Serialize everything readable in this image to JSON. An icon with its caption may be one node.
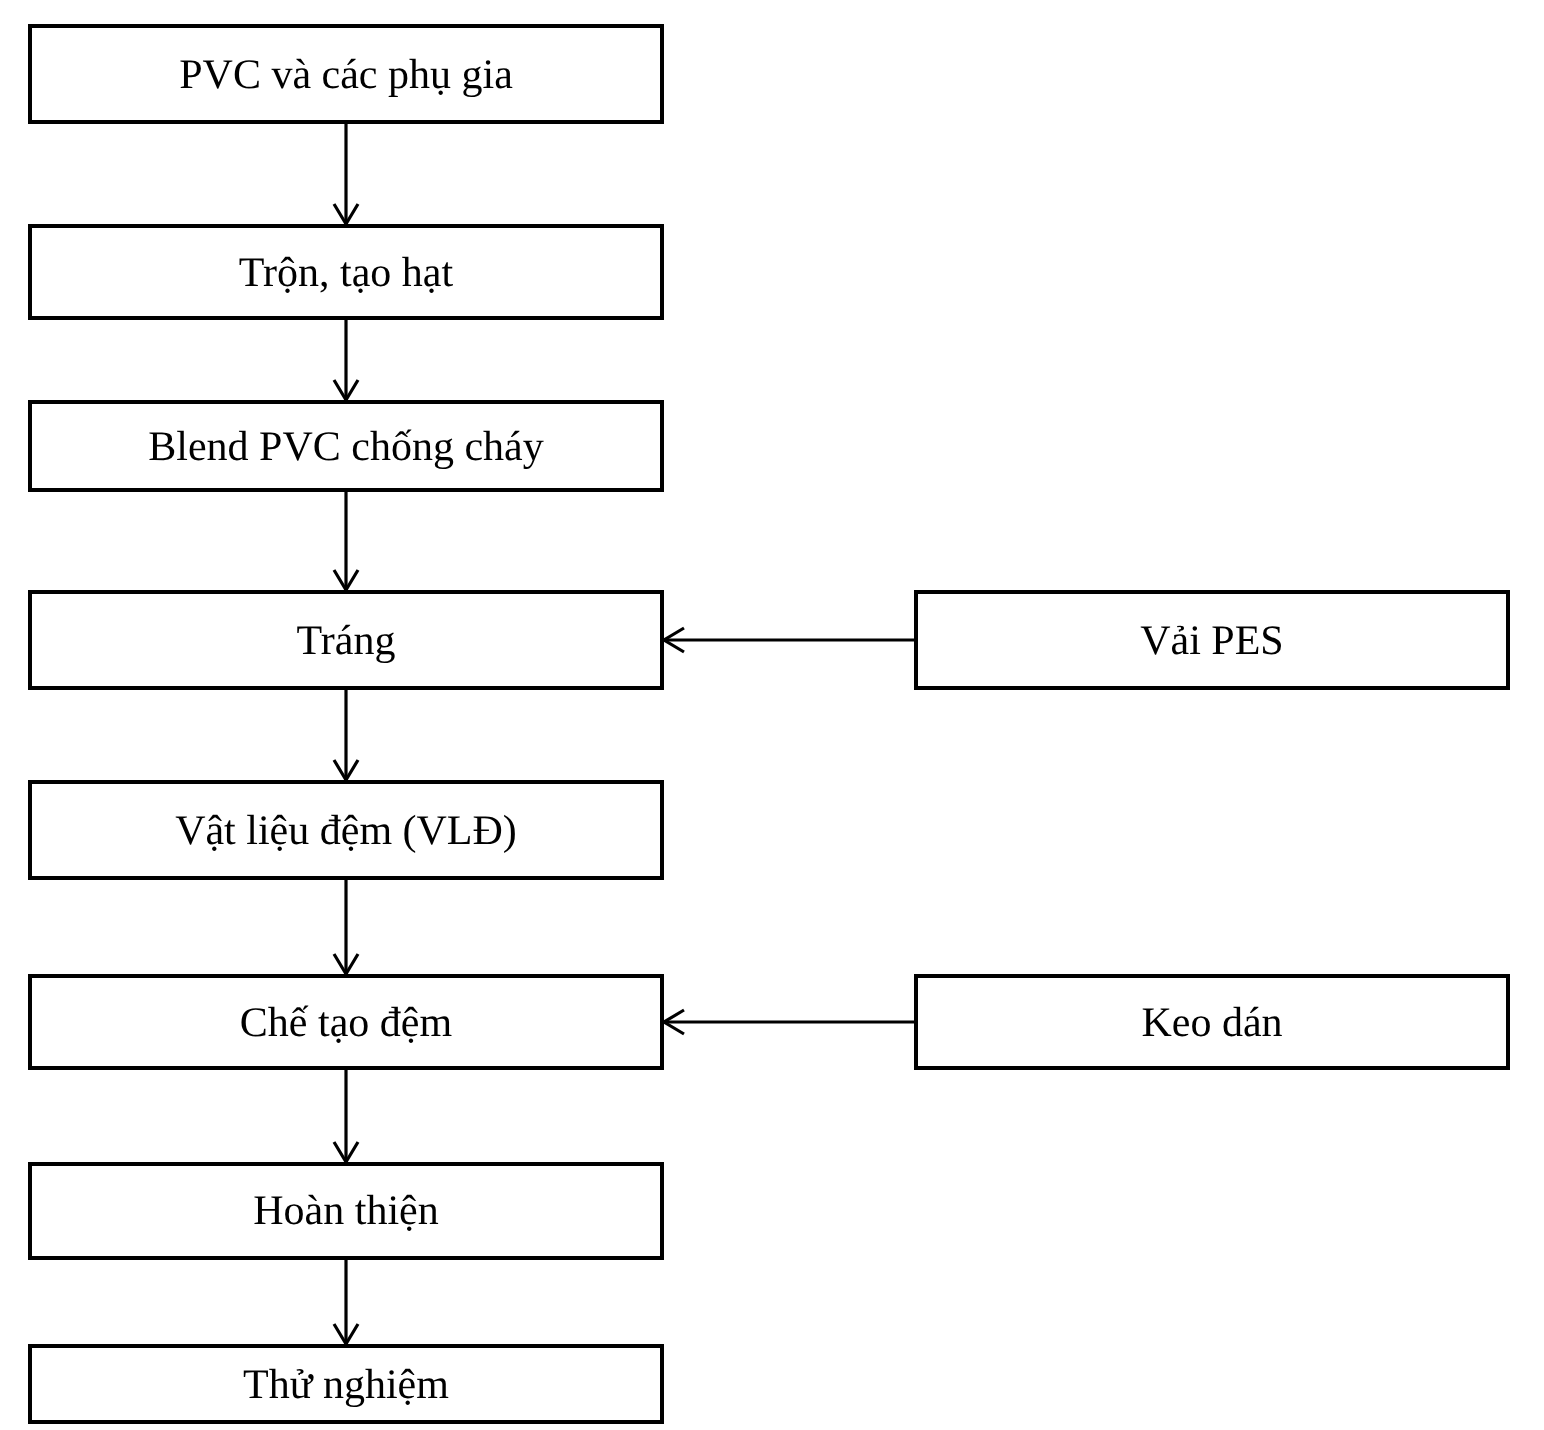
{
  "diagram": {
    "nodes": [
      {
        "text": [
          "PVC và các phụ gia"
        ]
      },
      {
        "text": [
          "Trộn, tạo hạt"
        ]
      },
      {
        "text": [
          "Blend PVC chống cháy"
        ]
      },
      {
        "text": [
          "Tráng"
        ]
      },
      {
        "text": [
          "Vải PES"
        ]
      },
      {
        "text": [
          "Vật liệu đệm (VLĐ)"
        ]
      },
      {
        "text": [
          "Chế tạo đệm"
        ]
      },
      {
        "text": [
          "Keo dán"
        ]
      },
      {
        "text": [
          "Hoàn thiện"
        ]
      },
      {
        "text": [
          "Thử nghiệm"
        ]
      }
    ],
    "edges": [
      {
        "from": 0,
        "to": 1,
        "arrow": "to"
      },
      {
        "from": 1,
        "to": 2,
        "arrow": "to"
      },
      {
        "from": 2,
        "to": 3,
        "arrow": "to"
      },
      {
        "from": 4,
        "to": 3,
        "arrow": "to"
      },
      {
        "from": 3,
        "to": 5,
        "arrow": "to"
      },
      {
        "from": 5,
        "to": 6,
        "arrow": "to"
      },
      {
        "from": 7,
        "to": 6,
        "arrow": "to"
      },
      {
        "from": 6,
        "to": 8,
        "arrow": "to"
      },
      {
        "from": 8,
        "to": 9,
        "arrow": "to"
      }
    ]
  }
}
